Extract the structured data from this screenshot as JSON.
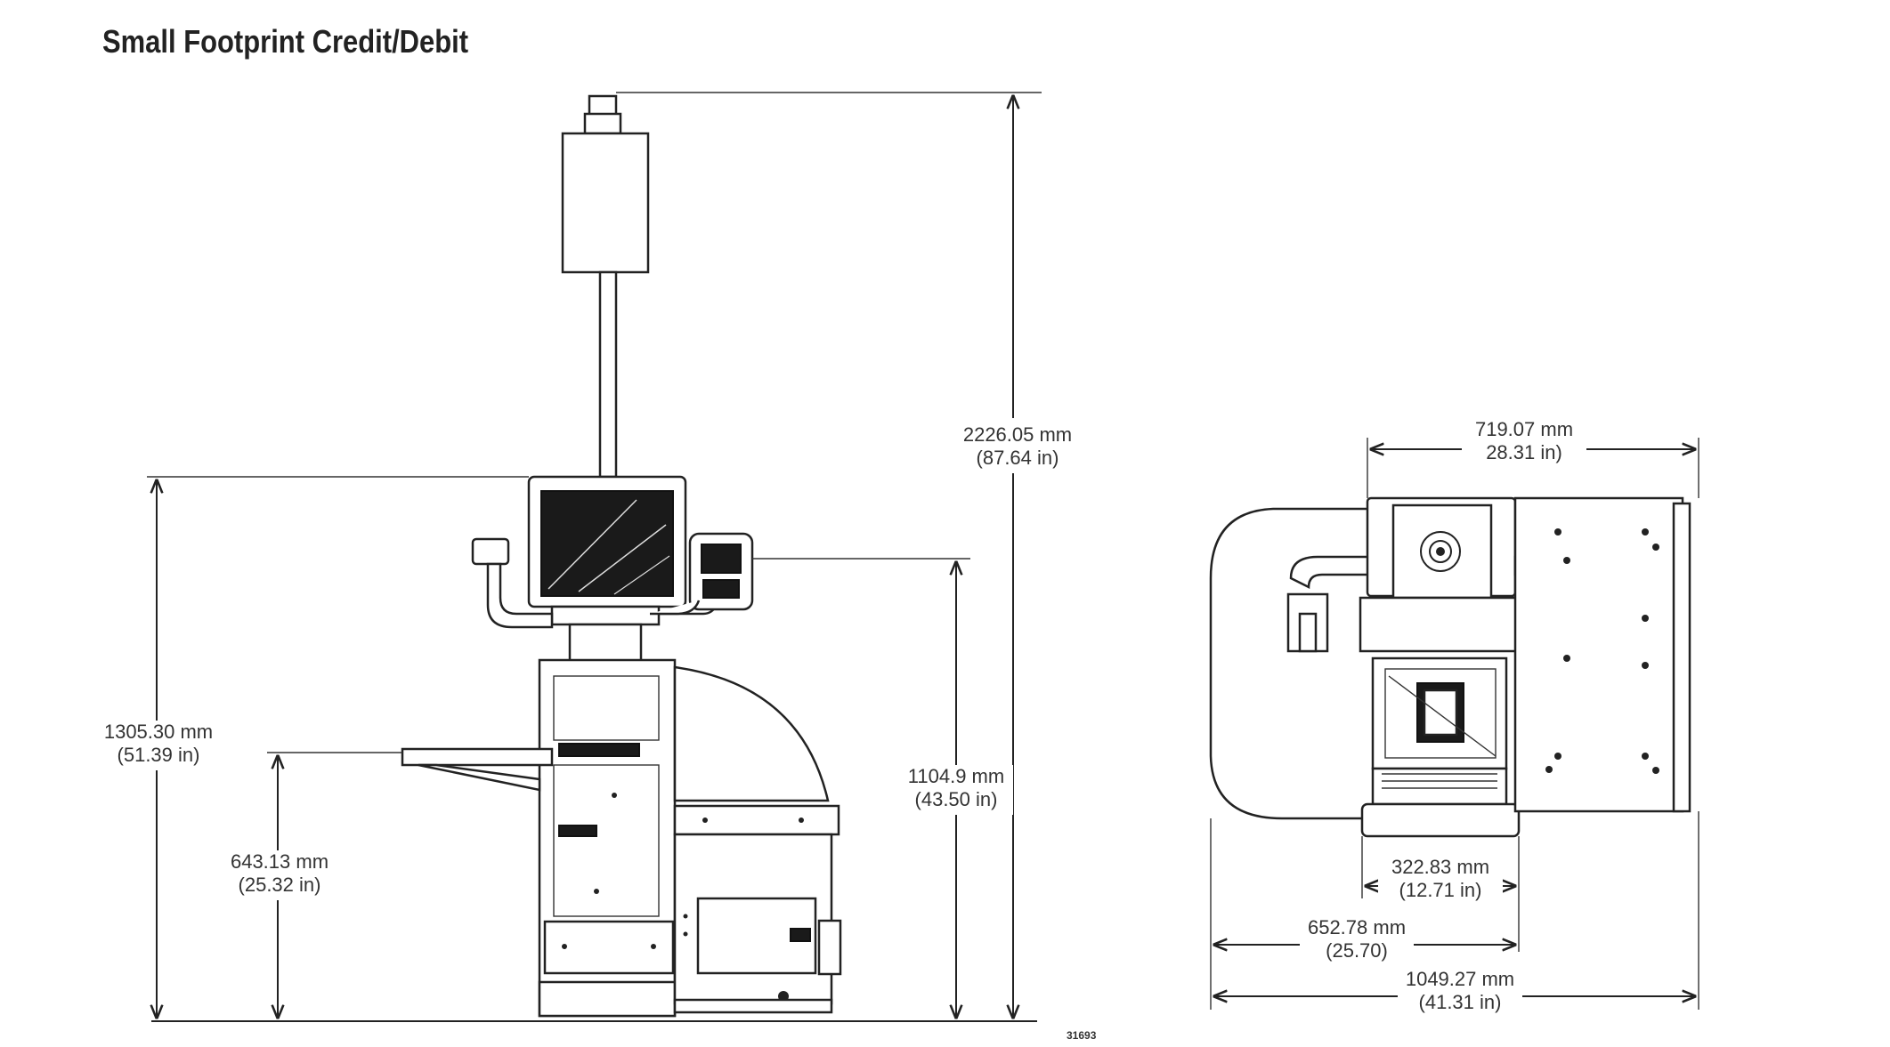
{
  "title": "Small Footprint Credit/Debit",
  "figure_id": "31693",
  "side_view": {
    "total_height": {
      "mm": "2226.05 mm",
      "in": "(87.64 in)"
    },
    "monitor_height": {
      "mm": "1305.30 mm",
      "in": "(51.39 in)"
    },
    "counter_height": {
      "mm": "643.13 mm",
      "in": "(25.32 in)"
    },
    "pinpad_height": {
      "mm": "1104.9 mm",
      "in": "(43.50 in)"
    }
  },
  "top_view": {
    "top_width": {
      "mm": "719.07 mm",
      "in": "28.31 in)"
    },
    "core_width": {
      "mm": "322.83 mm",
      "in": "(12.71 in)"
    },
    "bag_width": {
      "mm": "652.78 mm",
      "in": "(25.70)"
    },
    "overall_width": {
      "mm": "1049.27 mm",
      "in": "(41.31 in)"
    }
  }
}
